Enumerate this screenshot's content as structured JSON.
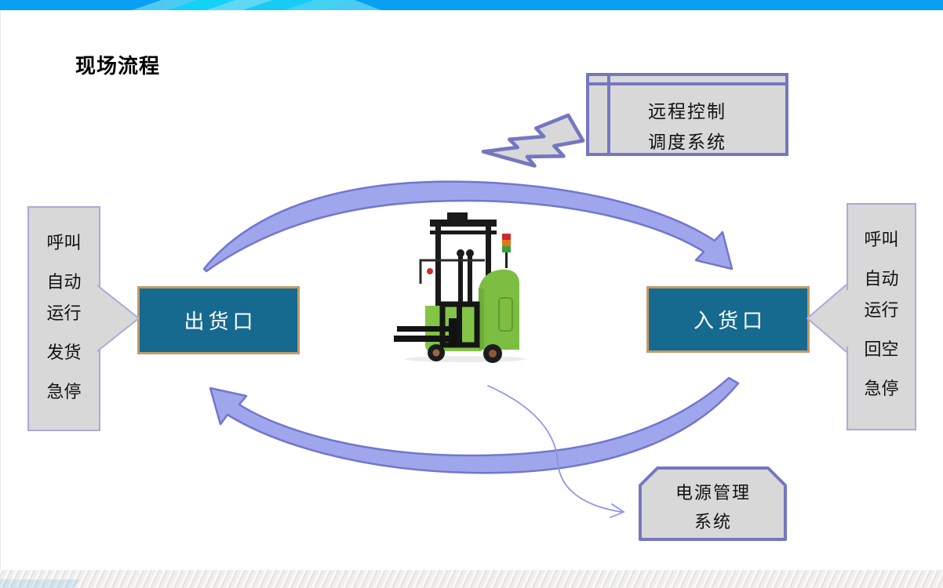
{
  "slide": {
    "title": "现场流程"
  },
  "remote_system_box": {
    "line1": "远程控制",
    "line2": "调度系统"
  },
  "outbound_box": {
    "label": "出货口"
  },
  "inbound_box": {
    "label": "入货口"
  },
  "power_box": {
    "line1": "电源管理",
    "line2": "系统"
  },
  "left_callout": {
    "lines": [
      "呼叫",
      "自动",
      "运行",
      "发货",
      "急停"
    ]
  },
  "right_callout": {
    "lines": [
      "呼叫",
      "自动",
      "运行",
      "回空",
      "急停"
    ]
  },
  "icons": {
    "lightning": "lightning-bolt-icon",
    "cycle_top": "clockwise-arc-arrow",
    "cycle_bottom": "counter-arc-arrow",
    "power_connector": "thin-curved-arrow",
    "center_image": "agv-forklift-stacker"
  },
  "colors": {
    "bar-blue": "#0A9FF2",
    "chev-1": "#4CCBF2",
    "chev-2": "#12D2F8",
    "chev-3": "#5ED8F5",
    "chev-4": "#18CBF4",
    "chev-5": "#43D2F3",
    "panel-gray": "#D8D8D8",
    "border-purple": "#7477C0",
    "border-lavender": "#AAAAD8",
    "port-fill-teal": "#16698F",
    "port-border-tan": "#C09A6A",
    "port-text": "#FFFFFF",
    "arc-fill": "#A0A6EC",
    "arc-stroke": "#7177CD",
    "connector-purple": "#8E93E2",
    "title-black": "#000000"
  }
}
